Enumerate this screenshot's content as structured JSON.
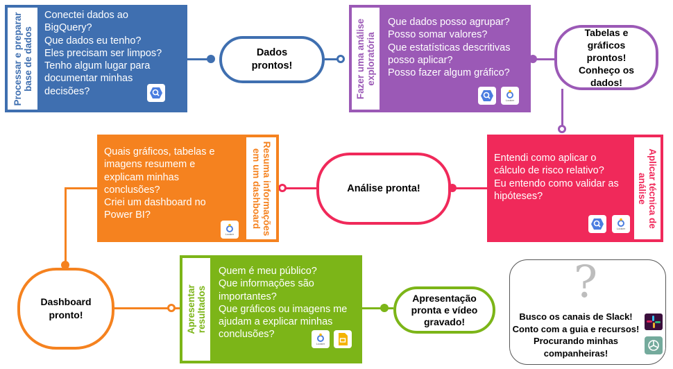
{
  "steps": {
    "process": {
      "side_title": "Processar e preparar\nbase de dados",
      "questions": [
        "Conectei dados ao",
        "BigQuery?",
        "Que dados eu tenho?",
        "Eles precisam ser limpos?",
        "Tenho algum lugar para",
        "documentar minhas",
        "decisões?"
      ],
      "color": "#3f6fb0"
    },
    "explore": {
      "side_title": "Fazer uma análise\nexploratória",
      "questions": [
        "Que dados posso agrupar?",
        "Posso somar valores?",
        "Que estatísticas descritivas",
        "posso aplicar?",
        "Posso fazer algum gráfico?"
      ],
      "color": "#9b59b6"
    },
    "technique": {
      "side_title": "Aplicar técnica de\nanálise",
      "questions": [
        "Entendi como aplicar o",
        "cálculo de risco relativo?",
        "Eu entendo como validar as",
        "hipóteses?"
      ],
      "color": "#f0295a"
    },
    "dashboard": {
      "side_title": "Resuma informações\nem um dashboard",
      "questions": [
        "Quais gráficos, tabelas e",
        "imagens resumem e",
        "explicam minhas",
        "conclusões?",
        "Criei um dashboard no",
        "Power BI?"
      ],
      "color": "#f5821f"
    },
    "present": {
      "side_title": "Apresentar\nresultados",
      "questions": [
        "Quem é meu público?",
        "Que informações são",
        "importantes?",
        "Que gráficos ou imagens me",
        "ajudam a explicar minhas",
        "conclusões?"
      ],
      "color": "#7cb518"
    }
  },
  "milestones": {
    "data_ready": "Dados\nprontos!",
    "tables_ready": "Tabelas e\ngráficos\nprontos!\nConheço os\ndados!",
    "analysis_ready": "Análise pronta!",
    "dashboard_ready": "Dashboard\npronto!",
    "presentation_ready": "Apresentação\npronta e vídeo\ngravado!"
  },
  "help": {
    "symbol": "?",
    "lines": [
      "Busco  os canais de Slack!",
      "Conto com a guia e recursos!",
      "Procurando minhas",
      "companheiras!"
    ]
  },
  "icons": {
    "bigquery": "bigquery-icon",
    "looker": "looker-studio-icon",
    "slides": "google-slides-icon",
    "slack": "slack-icon",
    "chatgpt": "chatgpt-icon",
    "looker_caption": "Looker"
  }
}
